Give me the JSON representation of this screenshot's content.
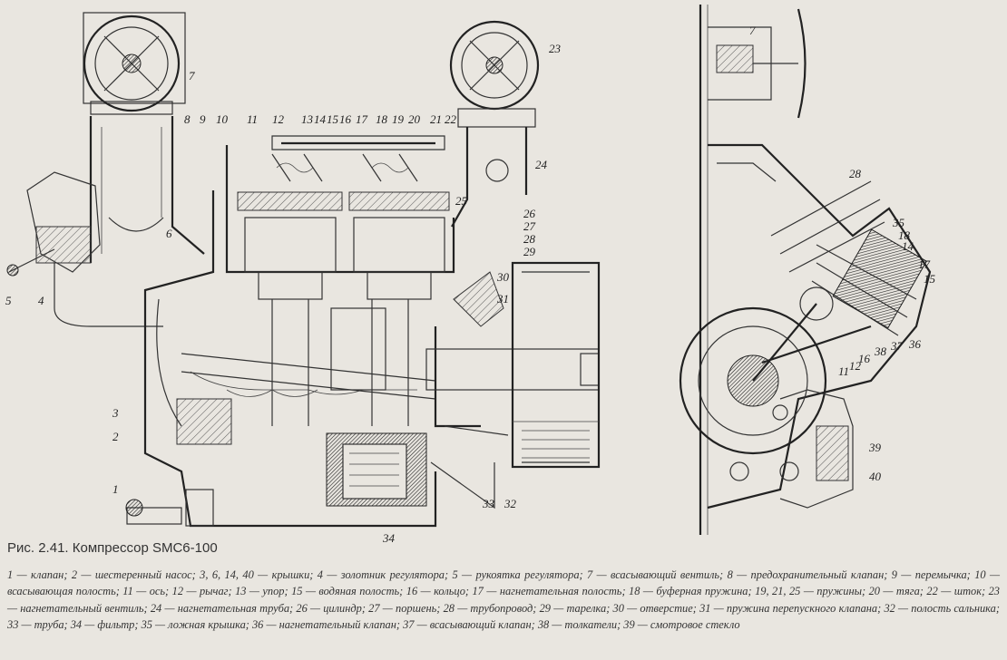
{
  "figure": {
    "caption_title": "Рис. 2.41. Компрессор SMC6-100",
    "legend": "1 — клапан; 2 — шестеренный насос; 3, 6, 14, 40 — крышки; 4 — золотник регулятора; 5 — рукоятка регулятора; 7 — всасывающий вентиль; 8 — предохранительный клапан; 9 — перемычка; 10 — всасывающая полость; 11 — ось; 12 — рычаг; 13 — упор; 15 — водяная полость; 16 — кольцо; 17 — нагнетательная полость; 18 — буферная пружина; 19, 21, 25 — пружины; 20 — тяга; 22 — шток; 23 — нагнетательный вентиль; 24 — нагнетательная труба; 26 — цилиндр; 27 — поршень; 28 — трубопровод; 29 — тарелка; 30 — отверстие; 31 — пружина перепускного клапана; 32 — полость сальника; 33 — труба; 34 — фильтр; 35 — ложная крышка; 36 — нагнетательный клапан; 37 — всасывающий клапан; 38 — толкатели; 39 — смотровое стекло",
    "callouts_main": [
      "7",
      "8",
      "9",
      "10",
      "11",
      "12",
      "13",
      "14",
      "15",
      "16",
      "17",
      "18",
      "19",
      "20",
      "21",
      "22",
      "23",
      "24",
      "25",
      "26",
      "27",
      "28",
      "29",
      "30",
      "31",
      "6",
      "5",
      "4",
      "3",
      "2",
      "1",
      "33",
      "32",
      "34"
    ],
    "callouts_section": [
      "7",
      "28",
      "35",
      "18",
      "14",
      "17",
      "15",
      "36",
      "37",
      "38",
      "16",
      "12",
      "11",
      "39",
      "40"
    ]
  },
  "colors": {
    "paper": "#e9e6e0",
    "ink": "#2a2a2a"
  }
}
